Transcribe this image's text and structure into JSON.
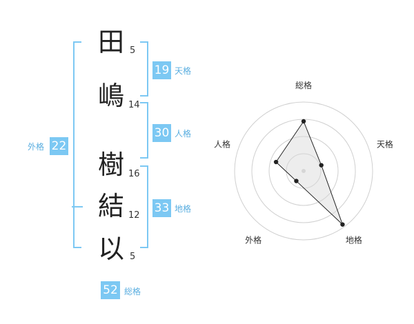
{
  "name_chars": [
    {
      "char": "田",
      "strokes": "5"
    },
    {
      "char": "嶋",
      "strokes": "14"
    },
    {
      "char": "樹",
      "strokes": "16"
    },
    {
      "char": "結",
      "strokes": "12"
    },
    {
      "char": "以",
      "strokes": "5"
    }
  ],
  "fortunes": {
    "tenkaku": {
      "value": "19",
      "label": "天格"
    },
    "jinkaku": {
      "value": "30",
      "label": "人格"
    },
    "chikaku": {
      "value": "33",
      "label": "地格"
    },
    "gaikaku": {
      "value": "22",
      "label": "外格"
    },
    "soukaku": {
      "value": "52",
      "label": "総格"
    }
  },
  "colors": {
    "accent": "#7cc8f3",
    "label": "#5aaee0"
  },
  "chart_data": {
    "type": "radar",
    "axes": [
      "総格",
      "天格",
      "地格",
      "外格",
      "人格"
    ],
    "values": [
      0.72,
      0.27,
      0.96,
      0.18,
      0.42
    ],
    "range": [
      0,
      1
    ],
    "rings": 4,
    "grid": true
  }
}
